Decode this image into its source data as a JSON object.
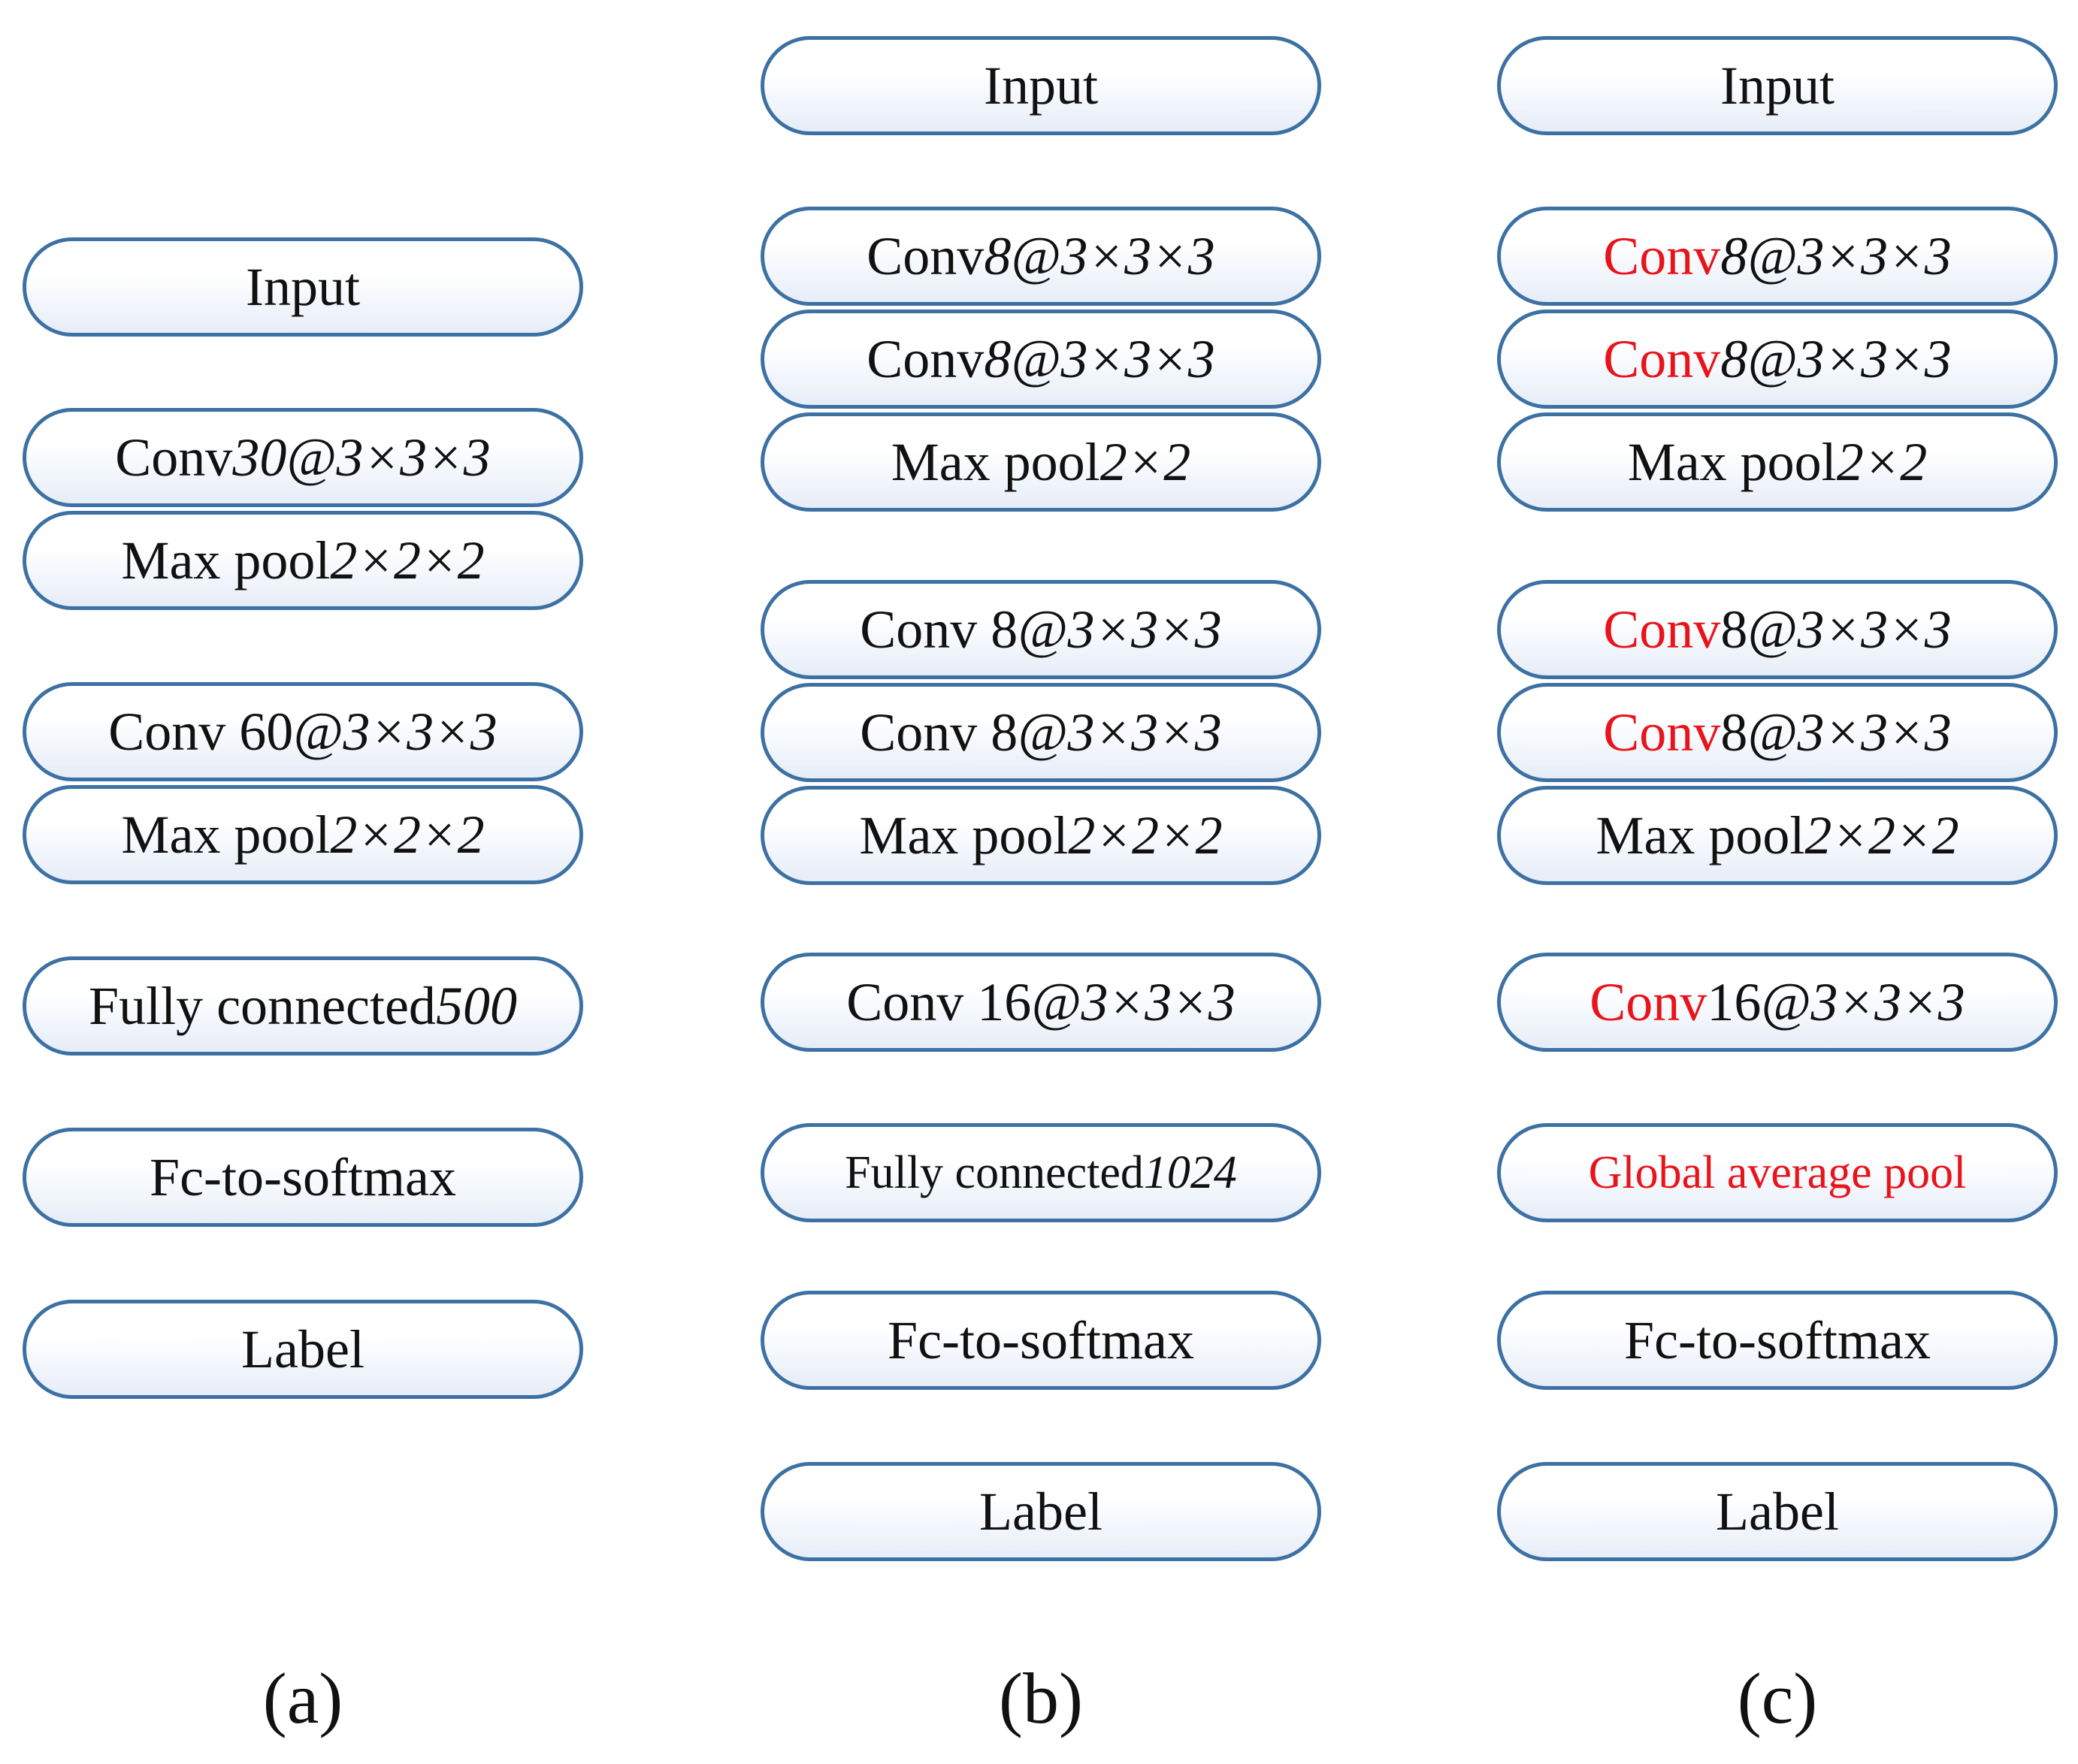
{
  "columns": [
    {
      "id": "a",
      "caption": "(a)",
      "layers": [
        {
          "segments": [
            {
              "text": "Input"
            }
          ]
        },
        {
          "segments": [
            {
              "text": "Conv "
            },
            {
              "text": "30@3×3×3",
              "italic": true
            }
          ]
        },
        {
          "segments": [
            {
              "text": "Max pool "
            },
            {
              "text": "2×2×2",
              "italic": true
            }
          ]
        },
        {
          "segments": [
            {
              "text": "Conv 60"
            },
            {
              "text": "@3×3×3",
              "italic": true
            }
          ]
        },
        {
          "segments": [
            {
              "text": "Max pool "
            },
            {
              "text": "2×2×2",
              "italic": true
            }
          ]
        },
        {
          "segments": [
            {
              "text": "Fully connected "
            },
            {
              "text": "500",
              "italic": true
            }
          ]
        },
        {
          "segments": [
            {
              "text": "Fc-to-softmax"
            }
          ]
        },
        {
          "segments": [
            {
              "text": "Label"
            }
          ]
        }
      ]
    },
    {
      "id": "b",
      "caption": "(b)",
      "layers": [
        {
          "segments": [
            {
              "text": "Input"
            }
          ]
        },
        {
          "segments": [
            {
              "text": "Conv "
            },
            {
              "text": "8@3×3×3",
              "italic": true
            }
          ]
        },
        {
          "segments": [
            {
              "text": "Conv "
            },
            {
              "text": "8@3×3×3",
              "italic": true
            }
          ]
        },
        {
          "segments": [
            {
              "text": "Max pool "
            },
            {
              "text": "2×2",
              "italic": true
            }
          ]
        },
        {
          "segments": [
            {
              "text": "Conv 8"
            },
            {
              "text": "@3×3×3",
              "italic": true
            }
          ]
        },
        {
          "segments": [
            {
              "text": "Conv 8"
            },
            {
              "text": "@3×3×3",
              "italic": true
            }
          ]
        },
        {
          "segments": [
            {
              "text": "Max pool "
            },
            {
              "text": "2×2×2",
              "italic": true
            }
          ]
        },
        {
          "segments": [
            {
              "text": "Conv 16"
            },
            {
              "text": "@3×3×3",
              "italic": true
            }
          ]
        },
        {
          "segments": [
            {
              "text": "Fully connected "
            },
            {
              "text": "1024",
              "italic": true
            }
          ]
        },
        {
          "segments": [
            {
              "text": "Fc-to-softmax"
            }
          ]
        },
        {
          "segments": [
            {
              "text": "Label"
            }
          ]
        }
      ]
    },
    {
      "id": "c",
      "caption": "(c)",
      "layers": [
        {
          "segments": [
            {
              "text": "Input"
            }
          ]
        },
        {
          "segments": [
            {
              "text": "Conv ",
              "red": true
            },
            {
              "text": "8@3×3×3",
              "italic": true
            }
          ]
        },
        {
          "segments": [
            {
              "text": "Conv ",
              "red": true
            },
            {
              "text": "8@3×3×3",
              "italic": true
            }
          ]
        },
        {
          "segments": [
            {
              "text": "Max pool "
            },
            {
              "text": "2×2",
              "italic": true
            }
          ]
        },
        {
          "segments": [
            {
              "text": "Conv ",
              "red": true
            },
            {
              "text": "8"
            },
            {
              "text": "@3×3×3",
              "italic": true
            }
          ]
        },
        {
          "segments": [
            {
              "text": "Conv ",
              "red": true
            },
            {
              "text": "8"
            },
            {
              "text": "@3×3×3",
              "italic": true
            }
          ]
        },
        {
          "segments": [
            {
              "text": "Max pool "
            },
            {
              "text": "2×2×2",
              "italic": true
            }
          ]
        },
        {
          "segments": [
            {
              "text": "Conv ",
              "red": true
            },
            {
              "text": "16"
            },
            {
              "text": "@3×3×3",
              "italic": true
            }
          ]
        },
        {
          "segments": [
            {
              "text": "Global average pool",
              "red": true
            }
          ]
        },
        {
          "segments": [
            {
              "text": "Fc-to-softmax"
            }
          ]
        },
        {
          "segments": [
            {
              "text": "Label"
            }
          ]
        }
      ]
    }
  ],
  "colors": {
    "box_border": "#3d71a3",
    "arrow_fill": "#4aa3c4",
    "arrow_stroke": "#2f6f8e",
    "highlight_text": "#e8141b"
  },
  "icons": {
    "connector": "arrow-down-icon"
  }
}
